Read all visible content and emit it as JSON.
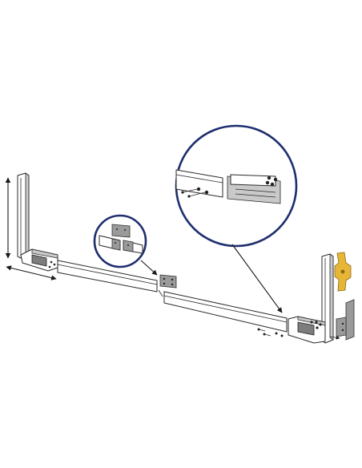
{
  "colors": {
    "detail_ring": "#1e2e6e",
    "frame_stroke": "#2a2a2a",
    "plate_grey": "#9a9a9a",
    "latch_yellow": "#e7b637"
  },
  "icons": {
    "dimension_arrows": "double-headed-arrow",
    "pointer_arrows": "callout-arrow",
    "fasteners": "bolt-and-nut"
  }
}
